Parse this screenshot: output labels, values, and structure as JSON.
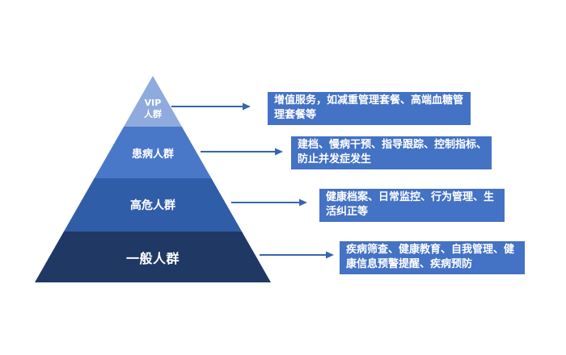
{
  "slide": {
    "background": "#FFFFFF",
    "type": "population-health-pyramid-diagram"
  },
  "pyramid": {
    "levels": [
      {
        "label": "VIP 人群",
        "label_lines": [
          "VIP",
          "人群"
        ],
        "color": "#8FAADC"
      },
      {
        "label": "患病人群",
        "color": "#4A78C8"
      },
      {
        "label": "高危人群",
        "color": "#305DA8"
      },
      {
        "label": "一般人群",
        "color": "#1F3864"
      }
    ]
  },
  "callouts": [
    {
      "target_level": "VIP 人群",
      "text": "增值服务，如减重管理套餐、高端血糖管理套餐等",
      "lines": [
        "增值服务，如减重管理套餐、高端血糖管",
        "理套餐等"
      ]
    },
    {
      "target_level": "患病人群",
      "text": "建档、慢病干预、指导跟踪、控制指标、防止并发症发生",
      "lines": [
        "建档、慢病干预、指导跟踪、控制指标、",
        "防止并发症发生"
      ]
    },
    {
      "target_level": "高危人群",
      "text": "健康档案、日常监控、行为管理、生活纠正等",
      "lines": [
        "健康档案、日常监控、行为管理、生",
        "活纠正等"
      ]
    },
    {
      "target_level": "一般人群",
      "text": "疾病筛查、健康教育、自我管理、健康信息预警提醒、疾病预防",
      "lines": [
        "疾病筛查、健康教育、自我管理、健",
        "康信息预警提醒、疾病预防"
      ]
    }
  ],
  "colors": {
    "level_vip": "#8FAADC",
    "level_sick": "#4A78C8",
    "level_high_risk": "#305DA8",
    "level_general": "#1F3864",
    "callout_bg": "#4472C4",
    "callout_text": "#FFFFFF",
    "arrow": "#3666B0",
    "pyramid_label_text": "#FFFFFF"
  }
}
